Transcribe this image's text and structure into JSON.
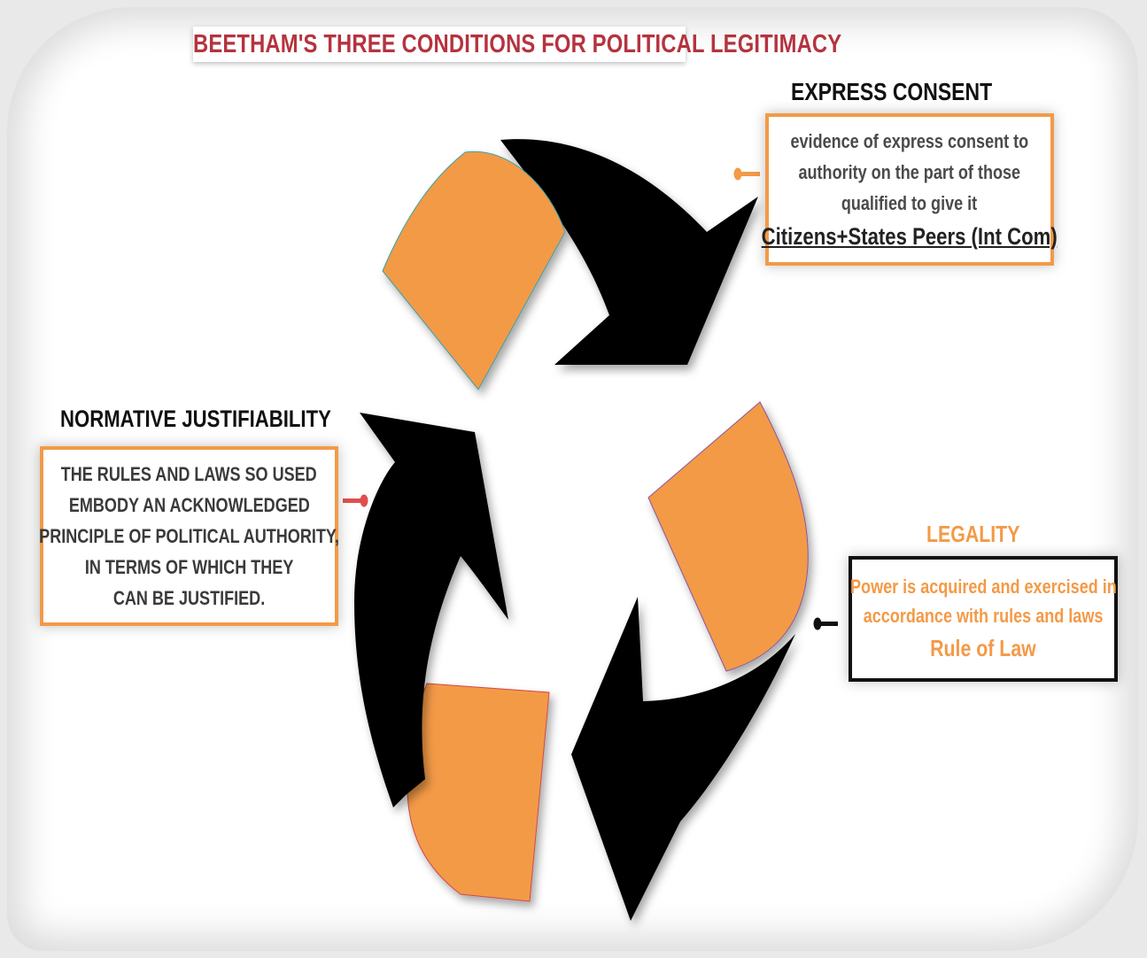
{
  "title": "BEETHAM'S THREE CONDITIONS FOR  POLITICAL LEGITIMACY",
  "express_consent": {
    "heading": "EXPRESS CONSENT",
    "lines": [
      "evidence of express consent to",
      "authority on the part of those",
      "qualified to give it"
    ],
    "highlight": "Citizens+States Peers (Int Com)"
  },
  "normative": {
    "heading": "NORMATIVE JUSTIFIABILITY",
    "lines": [
      "THE RULES AND LAWS SO USED",
      "EMBODY AN ACKNOWLEDGED",
      "PRINCIPLE OF POLITICAL AUTHORITY,",
      "IN TERMS OF WHICH THEY",
      "CAN BE JUSTIFIED."
    ]
  },
  "legality": {
    "heading": "LEGALITY",
    "lines": [
      "Power is acquired and exercised in",
      "accordance with rules and laws"
    ],
    "highlight": "Rule of Law"
  },
  "colors": {
    "accent": "#f39a47",
    "title": "#b5333f",
    "arrow": "#000000"
  },
  "icons": [
    "pin-connector-icon",
    "pin-connector-icon",
    "pin-connector-icon"
  ]
}
